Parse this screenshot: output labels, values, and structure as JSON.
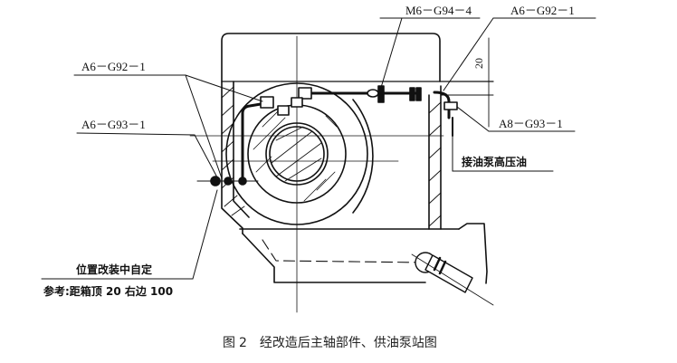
{
  "figure": {
    "caption_prefix": "图",
    "caption_number": "2",
    "caption_text": "经改造后主轴部件、供油泵站图"
  },
  "callouts": {
    "top_left_upper": "A6－G92－1",
    "top_left_lower": "A6－G93－1",
    "top_middle": "M6－G94－4",
    "top_right": "A6－G92－1",
    "right_middle": "A8－G93－1",
    "right_lower": "接油泵高压油",
    "bottom_left_main": "位置改装中自定",
    "bottom_left_note": "参考:距箱顶 20  右边  100"
  },
  "dimensions": {
    "vertical_dim": "20"
  },
  "colors": {
    "line": "#111111",
    "background": "#ffffff"
  }
}
